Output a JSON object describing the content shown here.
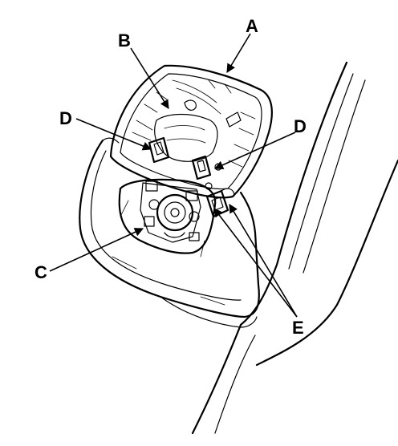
{
  "callouts": {
    "a": "A",
    "b": "B",
    "c": "C",
    "d_left": "D",
    "d_right": "D",
    "e": "E"
  }
}
